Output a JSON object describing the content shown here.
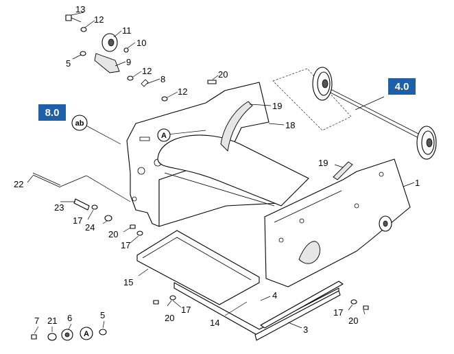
{
  "callouts": {
    "c1": "1",
    "c3": "3",
    "c4": "4",
    "c5a": "5",
    "c5b": "5",
    "c6": "6",
    "c7": "7",
    "c8": "8",
    "c9": "9",
    "c10": "10",
    "c11": "11",
    "c12a": "12",
    "c12b": "12",
    "c12c": "12",
    "c13": "13",
    "c14": "14",
    "c15": "15",
    "c17a": "17",
    "c17b": "17",
    "c17c": "17",
    "c17d": "17",
    "c18": "18",
    "c19a": "19",
    "c19b": "19",
    "c20a": "20",
    "c20b": "20",
    "c20c": "20",
    "c20d": "20",
    "c21": "21",
    "c22": "22",
    "c23": "23",
    "c24": "24"
  },
  "references": {
    "ref_wheel_assembly": "4.0",
    "ref_ab_assembly": "8.0"
  },
  "bubbles": {
    "ab": "ab",
    "a_upper": "A",
    "a_lower": "A"
  },
  "colors": {
    "reference_box": "#1f5fa8"
  }
}
